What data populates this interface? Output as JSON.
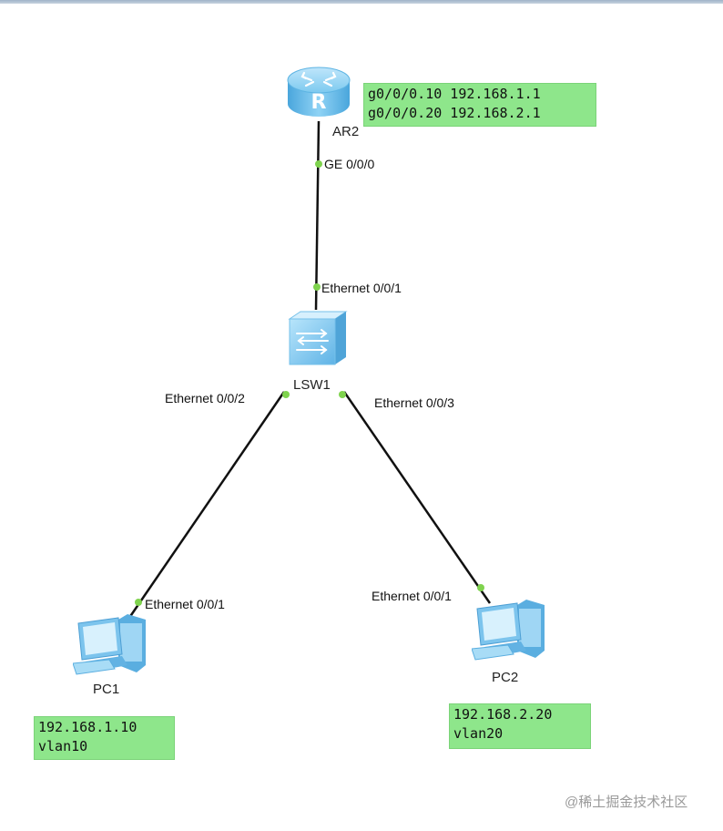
{
  "devices": {
    "router": {
      "name": "AR2",
      "icon": "router-icon"
    },
    "switch": {
      "name": "LSW1",
      "icon": "switch-icon"
    },
    "pc1": {
      "name": "PC1",
      "icon": "pc-icon"
    },
    "pc2": {
      "name": "PC2",
      "icon": "pc-icon"
    }
  },
  "ports": {
    "router_ge": "GE 0/0/0",
    "switch_e1": "Ethernet 0/0/1",
    "switch_e2": "Ethernet 0/0/2",
    "switch_e3": "Ethernet 0/0/3",
    "pc1_e1": "Ethernet 0/0/1",
    "pc2_e1": "Ethernet 0/0/1"
  },
  "notes": {
    "router": [
      "g0/0/0.10 192.168.1.1",
      "g0/0/0.20 192.168.2.1"
    ],
    "pc1": [
      "192.168.1.10",
      "vlan10"
    ],
    "pc2": [
      "192.168.2.20",
      "vlan20"
    ]
  },
  "colors": {
    "note_bg": "#8ee68b",
    "port_dot": "#7fd34e",
    "link": "#111111",
    "device_blue": "#5fb8e8"
  },
  "watermark": "@稀土掘金技术社区"
}
